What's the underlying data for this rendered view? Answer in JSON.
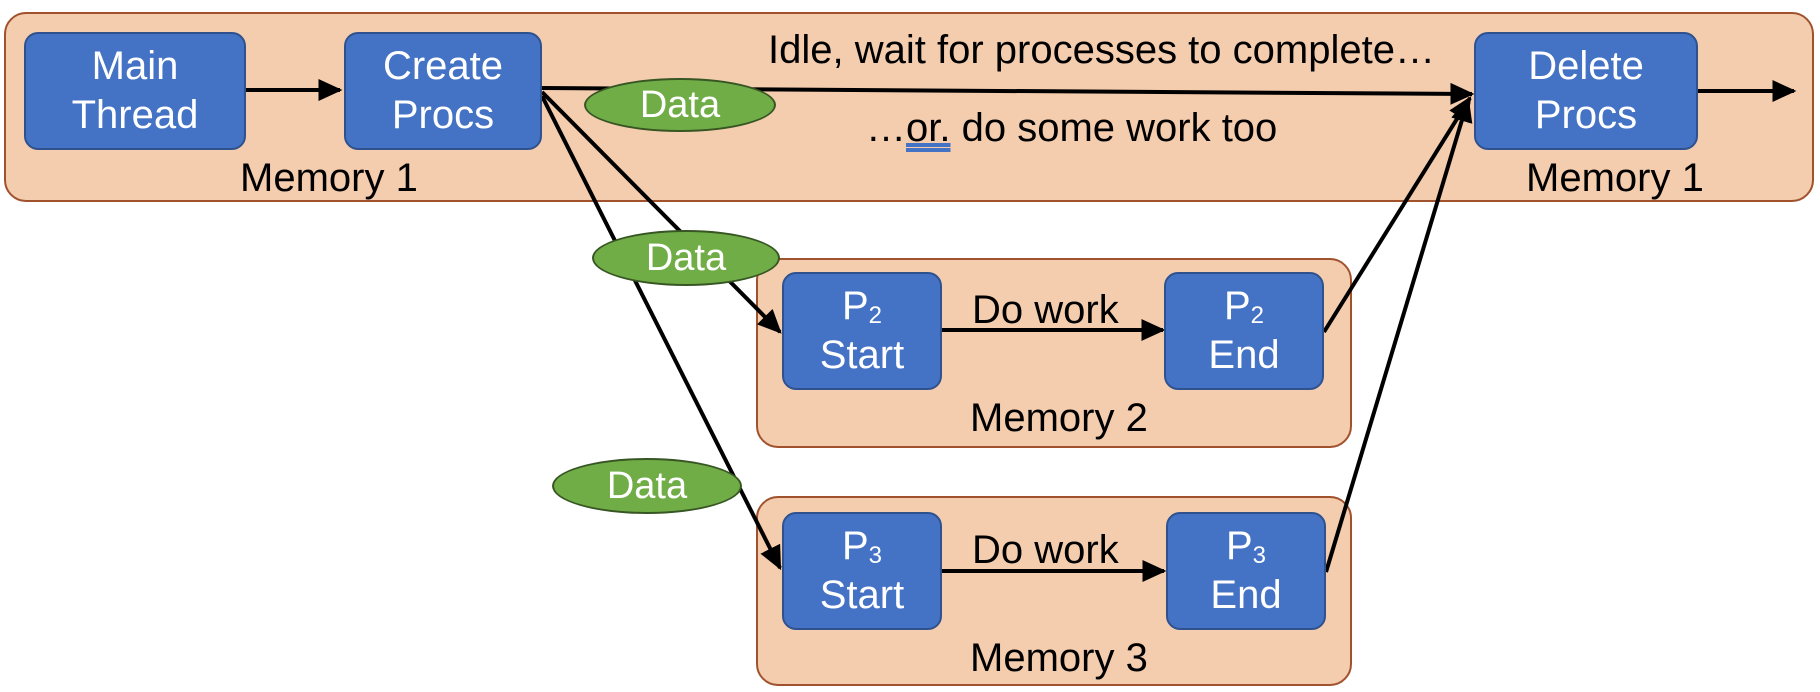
{
  "colors": {
    "node_fill": "#4472c4",
    "node_border": "#2f528f",
    "region_fill": "#f4ccae",
    "region_border": "#a0522d",
    "data_fill": "#70ad47",
    "data_border": "#375623",
    "arrow": "#000000"
  },
  "regions": {
    "memory1_left": "Memory 1",
    "memory1_right": "Memory 1",
    "memory2": "Memory 2",
    "memory3": "Memory 3"
  },
  "nodes": {
    "main_thread": [
      "Main",
      "Thread"
    ],
    "create_procs": [
      "Create",
      "Procs"
    ],
    "delete_procs": [
      "Delete",
      "Procs"
    ],
    "p2_start": {
      "letter": "P",
      "sub": "2",
      "label": "Start"
    },
    "p2_end": {
      "letter": "P",
      "sub": "2",
      "label": "End"
    },
    "p3_start": {
      "letter": "P",
      "sub": "3",
      "label": "Start"
    },
    "p3_end": {
      "letter": "P",
      "sub": "3",
      "label": "End"
    }
  },
  "labels": {
    "idle": "Idle, wait for processes to complete…",
    "or_prefix": "…",
    "or_word": "or.",
    "or_rest": " do some work too",
    "p2_work": "Do work",
    "p3_work": "Do work"
  },
  "data_tags": [
    "Data",
    "Data",
    "Data"
  ]
}
